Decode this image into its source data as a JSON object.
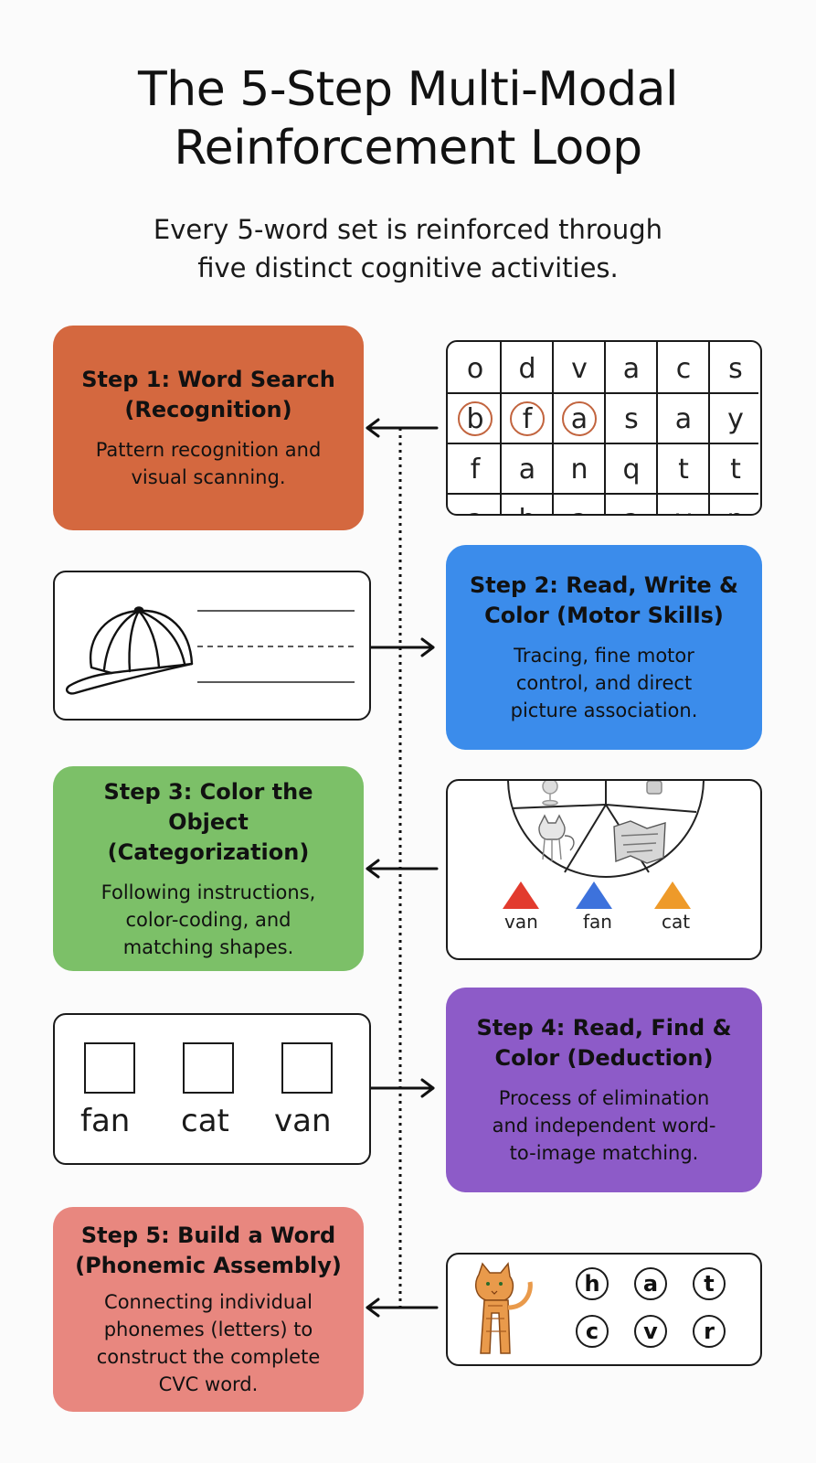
{
  "title_line1": "The 5-Step Multi-Modal",
  "title_line2": "Reinforcement Loop",
  "subtitle_line1": "Every 5-word set is reinforced through",
  "subtitle_line2": "five distinct cognitive activities.",
  "colors": {
    "step1": "#d4683f",
    "step2": "#3b8ceb",
    "step3": "#7cc068",
    "step4": "#8d5bc8",
    "step5": "#e8877f"
  },
  "steps": [
    {
      "title_1": "Step 1: Word Search",
      "title_2": "(Recognition)",
      "desc": [
        "Pattern recognition and",
        "visual scanning."
      ]
    },
    {
      "title_1": "Step 2: Read, Write &",
      "title_2": "Color (Motor Skills)",
      "desc": [
        "Tracing, fine motor",
        "control, and direct",
        "picture association."
      ]
    },
    {
      "title_1": "Step 3: Color the Object",
      "title_2": "(Categorization)",
      "desc": [
        "Following instructions,",
        "color-coding, and",
        "matching shapes."
      ]
    },
    {
      "title_1": "Step 4: Read, Find &",
      "title_2": "Color (Deduction)",
      "desc": [
        "Process of elimination",
        "and independent word-",
        "to-image matching."
      ]
    },
    {
      "title_1": "Step 5: Build a Word",
      "title_2": "(Phonemic Assembly)",
      "desc": [
        "Connecting individual",
        "phonemes (letters) to",
        "construct the complete",
        "CVC word."
      ]
    }
  ],
  "word_search": {
    "rows": [
      [
        "o",
        "d",
        "v",
        "a",
        "c",
        "s"
      ],
      [
        "b",
        "f",
        "a",
        "s",
        "a",
        "y"
      ],
      [
        "f",
        "a",
        "n",
        "q",
        "t",
        "t"
      ],
      [
        "a",
        "h",
        "a",
        "a",
        "v",
        "n"
      ]
    ],
    "circled": [
      [
        1,
        0
      ],
      [
        1,
        1
      ],
      [
        1,
        2
      ]
    ]
  },
  "step2_icon": "baseball-cap-icon",
  "step3": {
    "icons": [
      "fan-icon",
      "backpack-icon",
      "cat-icon",
      "map-icon"
    ],
    "triangles": [
      {
        "label": "van",
        "color": "#e23b2e"
      },
      {
        "label": "fan",
        "color": "#3d72dc"
      },
      {
        "label": "cat",
        "color": "#ee9a2a"
      }
    ]
  },
  "step4": {
    "words": [
      "fan",
      "cat",
      "van"
    ]
  },
  "step5": {
    "icon": "cat-icon",
    "letters": [
      [
        "h",
        "a",
        "t"
      ],
      [
        "c",
        "v",
        "r"
      ]
    ]
  }
}
